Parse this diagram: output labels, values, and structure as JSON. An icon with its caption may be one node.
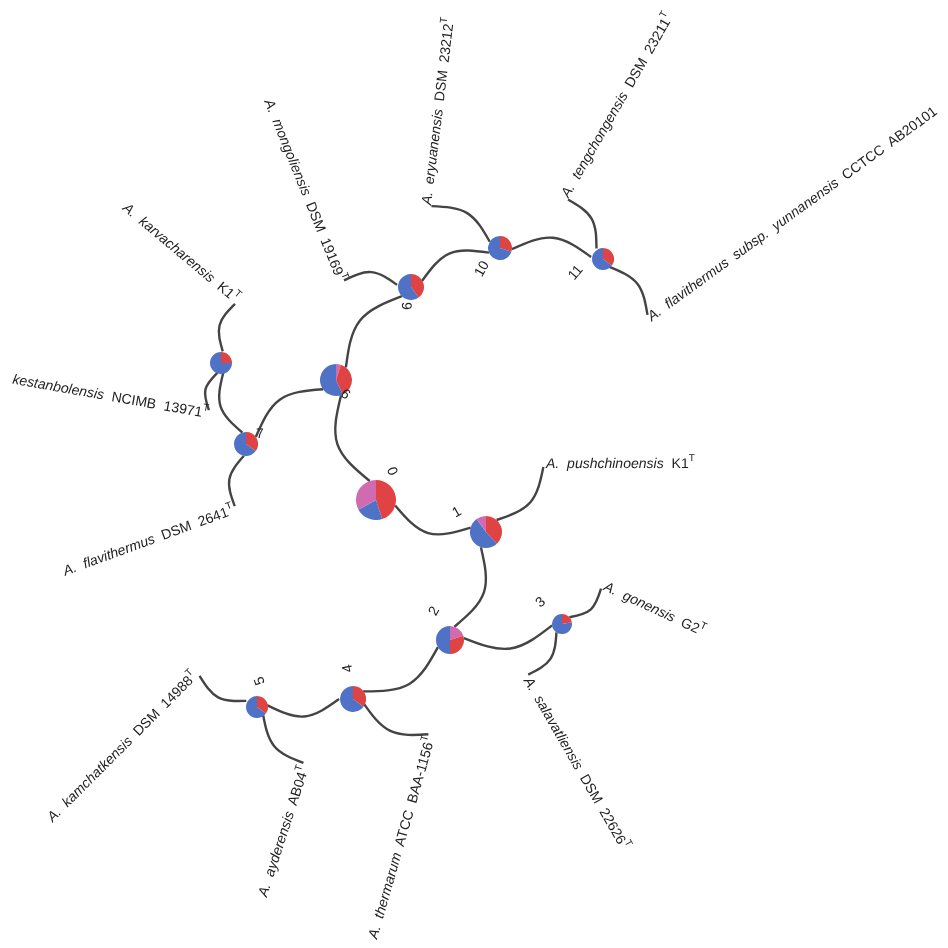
{
  "diagram": {
    "nodes": [
      {
        "text": [
          "0"
        ]
      },
      {
        "text": [
          "1"
        ]
      },
      {
        "text": [
          "*A. pushchinoensis* K1$^{T}$"
        ]
      },
      {
        "text": [
          "2"
        ]
      },
      {
        "text": [
          "3"
        ]
      },
      {
        "text": [
          "*A. gonensis* G2$^{T}$"
        ]
      },
      {
        "text": [
          "*A. salavatliensis* DSM 22626$^{T}$"
        ]
      },
      {
        "text": [
          "4"
        ]
      },
      {
        "text": [
          "*A. thermarum* ATCC BAA-1156$^{T}$"
        ]
      },
      {
        "text": [
          "5"
        ]
      },
      {
        "text": [
          "*A. kamchatkensis* DSM 14988$^{T}$"
        ]
      },
      {
        "text": [
          "*A. ayderensis* AB04$^{T}$"
        ]
      },
      {
        "text": [
          "6"
        ]
      },
      {
        "text": [
          "7"
        ]
      },
      {
        "text": [
          "*A. flavithermus* DSM 2641$^{T}$"
        ]
      },
      {
        "text": [],
        "shape": "circle"
      },
      {
        "text": [
          "*A. karvacharensis* K1$^{T}$"
        ]
      },
      {
        "text": [
          "*kestanbolensis* NCIMB 13971$^{T}$"
        ]
      },
      {
        "text": [
          "9"
        ]
      },
      {
        "text": [
          "*A. mongoliensis* DSM 19169$^{T}$"
        ]
      },
      {
        "text": [
          "10"
        ]
      },
      {
        "text": [
          "*A. eryuanensis* DSM 23212$^{T}$"
        ]
      },
      {
        "text": [
          "11"
        ]
      },
      {
        "text": [
          "*A. tengchongensis* DSM 23211$^{T}$"
        ]
      },
      {
        "text": [
          "*A. flavithermus subsp. yunnanensis* CCTCC AB20101"
        ]
      }
    ],
    "edges": [
      {
        "from": 0,
        "to": 12,
        "arrow": "none"
      },
      {
        "from": 0,
        "to": 1,
        "arrow": "none"
      },
      {
        "from": 1,
        "to": 2,
        "arrow": "none"
      },
      {
        "from": 1,
        "to": 3,
        "arrow": "none"
      },
      {
        "from": 3,
        "to": 4,
        "arrow": "none"
      },
      {
        "from": 3,
        "to": 7,
        "arrow": "none"
      },
      {
        "from": 4,
        "to": 5,
        "arrow": "none"
      },
      {
        "from": 4,
        "to": 6,
        "arrow": "none"
      },
      {
        "from": 7,
        "to": 8,
        "arrow": "none"
      },
      {
        "from": 7,
        "to": 9,
        "arrow": "none"
      },
      {
        "from": 9,
        "to": 10,
        "arrow": "none"
      },
      {
        "from": 9,
        "to": 11,
        "arrow": "none"
      },
      {
        "from": 12,
        "to": 18,
        "arrow": "none"
      },
      {
        "from": 12,
        "to": 13,
        "arrow": "none"
      },
      {
        "from": 13,
        "to": 14,
        "arrow": "none"
      },
      {
        "from": 13,
        "to": 15,
        "arrow": "none"
      },
      {
        "from": 15,
        "to": 16,
        "arrow": "none"
      },
      {
        "from": 15,
        "to": 17,
        "arrow": "none"
      },
      {
        "from": 18,
        "to": 19,
        "arrow": "none"
      },
      {
        "from": 18,
        "to": 20,
        "arrow": "none"
      },
      {
        "from": 20,
        "to": 21,
        "arrow": "none"
      },
      {
        "from": 20,
        "to": 22,
        "arrow": "none"
      },
      {
        "from": 22,
        "to": 23,
        "arrow": "none"
      },
      {
        "from": 22,
        "to": 24,
        "arrow": "none"
      }
    ]
  }
}
